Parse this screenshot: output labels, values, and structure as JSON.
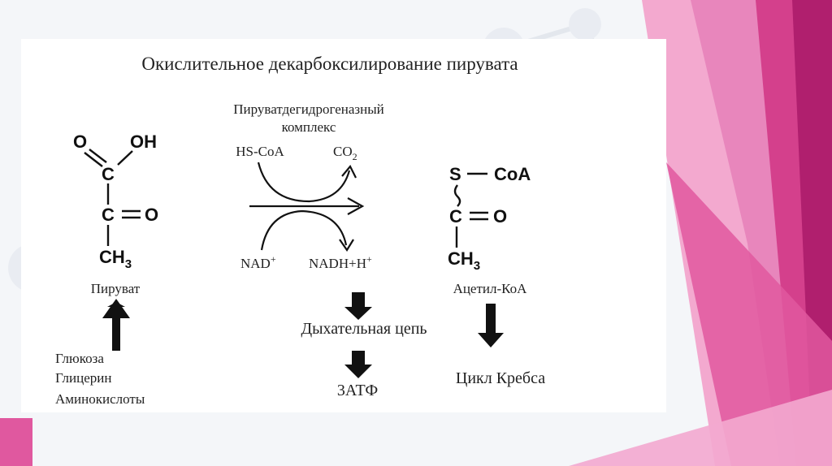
{
  "title": "Окислительное декарбоксилирование пирувата",
  "enzyme": {
    "line1": "Пируватдегидрогеназный",
    "line2": "комплекс"
  },
  "reaction": {
    "hscoa": "HS-CoA",
    "co2_main": "CO",
    "co2_sub": "2",
    "nad_main": "NAD",
    "nad_sup": "+",
    "nadh_main": "NADH+H",
    "nadh_sup": "+"
  },
  "pyruvate": {
    "atoms": {
      "o1": "O",
      "oh": "OH",
      "c1": "C",
      "c2": "C",
      "o2": "O",
      "ch3": "CH",
      "ch3_sub": "3"
    },
    "label": "Пируват"
  },
  "acetyl_coa": {
    "atoms": {
      "s": "S",
      "coa": "CoA",
      "c": "C",
      "o": "O",
      "ch3": "CH",
      "ch3_sub": "3"
    },
    "label": "Ацетил-КоА"
  },
  "sources": [
    "Глюкоза",
    "Глицерин",
    "Аминокислоты"
  ],
  "respiratory_chain": "Дыхательная цепь",
  "atp": "3АТФ",
  "krebs": "Цикл Кребса",
  "colors": {
    "accent_pink": "#e0589f",
    "deep_magenta": "#b01f6e",
    "light_pink": "#f3a9cf"
  }
}
